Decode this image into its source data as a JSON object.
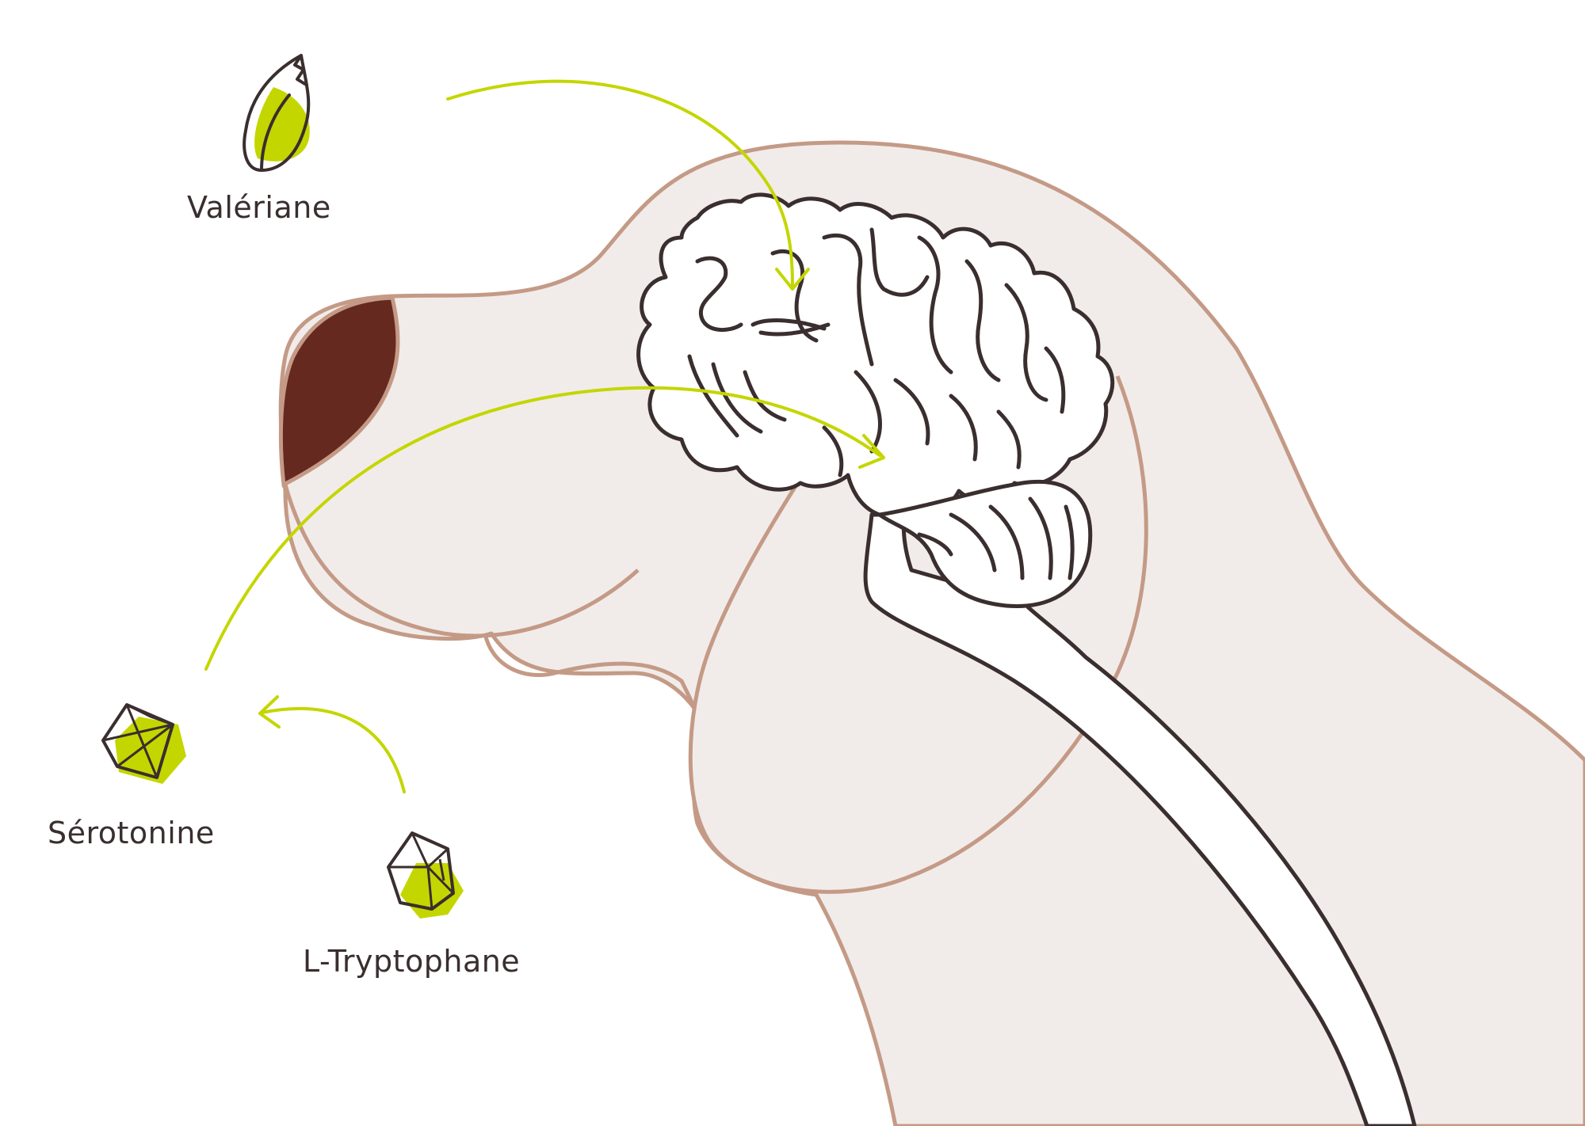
{
  "labels": {
    "valeriane": "Valériane",
    "serotonine": "Sérotonine",
    "tryptophane": "L-Tryptophane"
  },
  "colors": {
    "dog_fill": "#f1ecea",
    "dog_outline": "#c49a86",
    "nose": "#66291f",
    "accent": "#c4d600",
    "ink": "#3a2e2f",
    "brain_fill": "#ffffff"
  },
  "icons": {
    "valeriane": "leaf-icon",
    "serotonine": "molecule-icon",
    "tryptophane": "molecule-icon"
  }
}
